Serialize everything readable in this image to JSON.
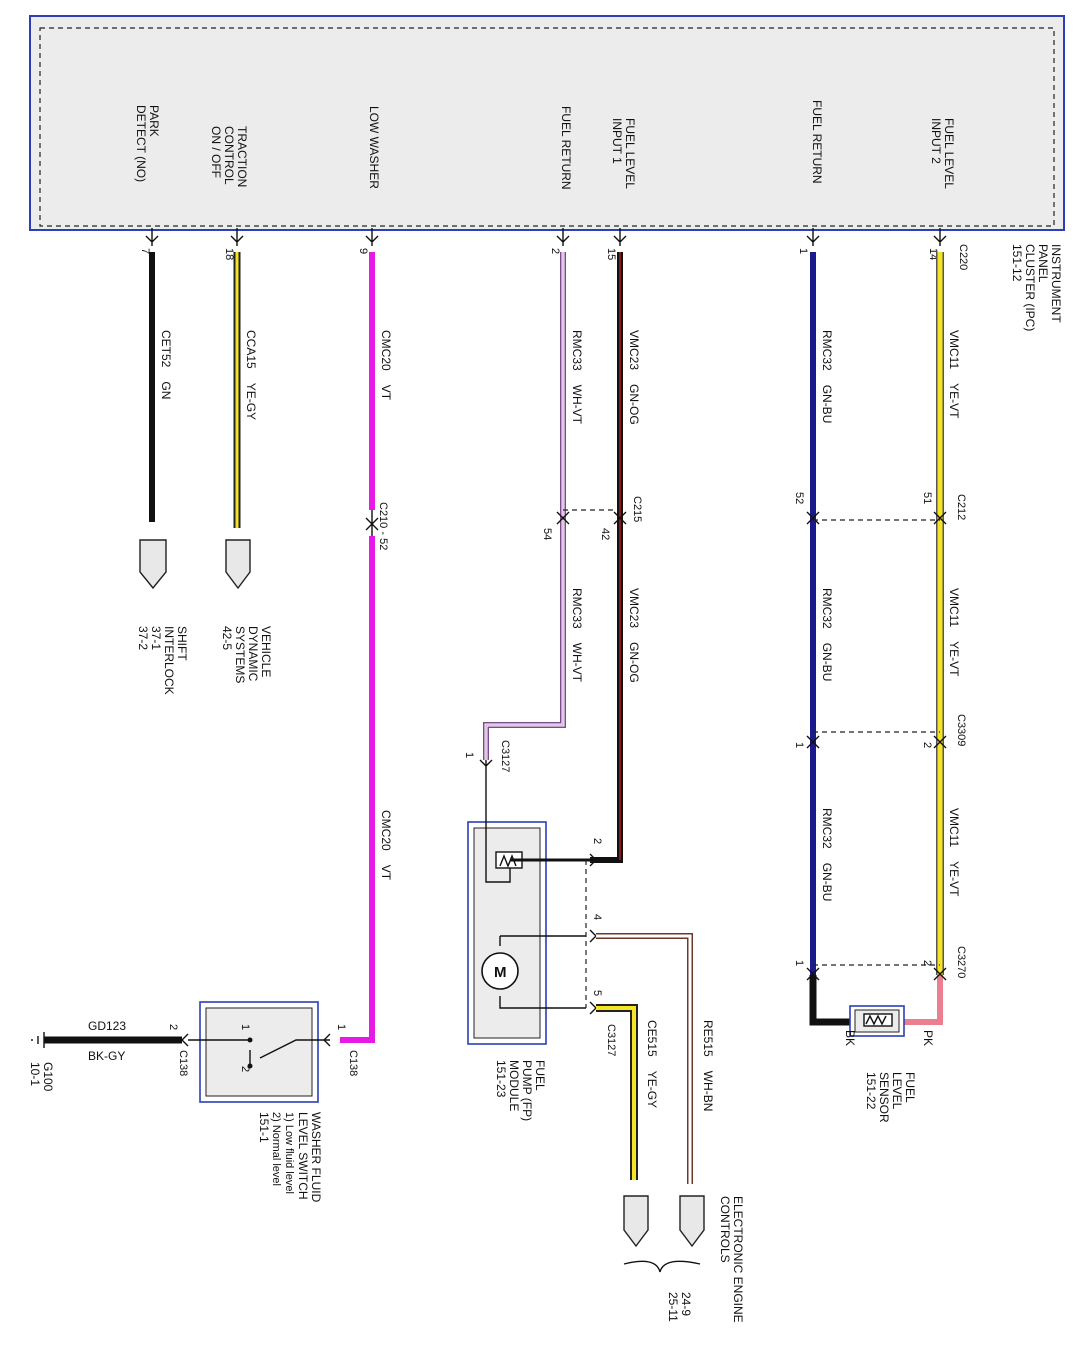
{
  "ipc": {
    "name_lines": [
      "INSTRUMENT",
      "PANEL",
      "CLUSTER (IPC)",
      "151-12"
    ],
    "connector": "C220",
    "inputs": [
      {
        "label_lines": [
          "PARK",
          "DETECT (NO)"
        ],
        "pin": "7"
      },
      {
        "label_lines": [
          "TRACTION",
          "CONTROL",
          "ON / OFF"
        ],
        "pin": "18"
      },
      {
        "label_lines": [
          "LOW WASHER"
        ],
        "pin": "9"
      },
      {
        "label_lines": [
          "FUEL RETURN"
        ],
        "pin": "2"
      },
      {
        "label_lines": [
          "FUEL LEVEL",
          "INPUT 1"
        ],
        "pin": "15"
      },
      {
        "label_lines": [
          "FUEL RETURN"
        ],
        "pin": "1"
      },
      {
        "label_lines": [
          "FUEL LEVEL",
          "INPUT 2"
        ],
        "pin": "14"
      }
    ]
  },
  "wires": [
    {
      "circuit": "CET52",
      "color": "GN"
    },
    {
      "circuit": "CCA15",
      "color": "YE-GY"
    },
    {
      "circuit": "CMC20",
      "color": "VT"
    },
    {
      "circuit": "RMC33",
      "color": "WH-VT"
    },
    {
      "circuit": "VMC23",
      "color": "GN-OG"
    },
    {
      "circuit": "RMC32",
      "color": "GN-BU"
    },
    {
      "circuit": "VMC11",
      "color": "YE-VT"
    },
    {
      "circuit": "CE515",
      "color": "YE-GY"
    },
    {
      "circuit": "RE515",
      "color": "WH-BN"
    },
    {
      "circuit": "GD123",
      "color": "BK-GY"
    }
  ],
  "connectors": {
    "c210": "C210 - 52",
    "c215": "C215",
    "c215_pins": [
      "54",
      "42"
    ],
    "c212": "C212",
    "c212_pins": [
      "52",
      "51"
    ],
    "c3309": "C3309",
    "c3309_pins": [
      "1",
      "2"
    ],
    "c3270": "C3270",
    "c3270_pins": [
      "1",
      "2"
    ],
    "c3127": "C3127",
    "c3127_pin": "1",
    "c138": "C138",
    "c138_pins": [
      "1",
      "2"
    ]
  },
  "destinations": {
    "shift_interlock": [
      "SHIFT",
      "INTERLOCK",
      "37-1",
      "37-2"
    ],
    "vehicle_dynamic": [
      "VEHICLE",
      "DYNAMIC",
      "SYSTEMS",
      "42-5"
    ],
    "engine_controls": [
      "ELECTRONIC ENGINE",
      "CONTROLS"
    ],
    "engine_refs": [
      "24-9",
      "25-11"
    ]
  },
  "components": {
    "fuel_pump": {
      "name_lines": [
        "FUEL",
        "PUMP (FP)",
        "MODULE",
        "151-23"
      ],
      "pins": [
        "2",
        "4",
        "5"
      ],
      "motor": "M"
    },
    "fuel_sensor": {
      "name_lines": [
        "FUEL",
        "LEVEL",
        "SENSOR",
        "151-22"
      ],
      "lead_left": "BK",
      "lead_right": "PK"
    },
    "washer_switch": {
      "name_lines": [
        "WASHER FLUID",
        "LEVEL SWITCH",
        "1) Low fluid level",
        "2) Normal level",
        "151-1"
      ],
      "contacts": [
        "1",
        "2"
      ]
    },
    "ground": {
      "name_lines": [
        "G100",
        "10-1"
      ]
    }
  },
  "colors": {
    "frame": "#2b3fb8",
    "black": "#111111",
    "yellow": "#f5e425",
    "magenta": "#e619e6",
    "navy": "#1a1a8c",
    "maroon": "#5a0e0e",
    "pink": "#ec7f8f",
    "panel": "#e8e8e8"
  }
}
